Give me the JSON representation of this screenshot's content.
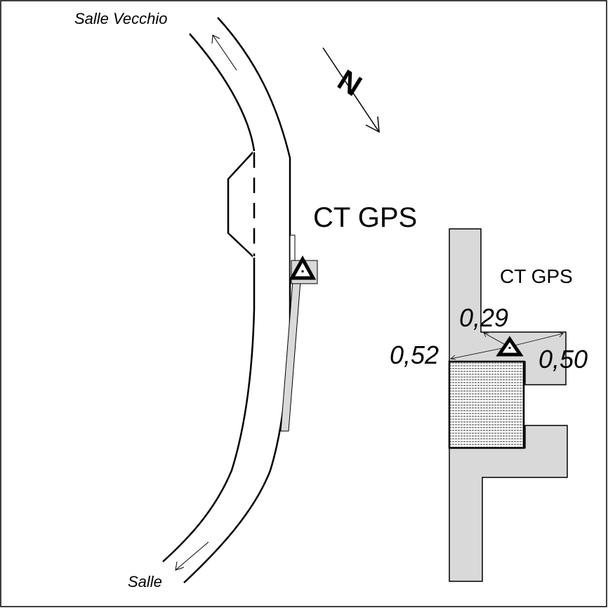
{
  "map": {
    "town_north": "Salle Vecchio",
    "town_south": "Salle",
    "north_label": "N",
    "station_label": "CT GPS"
  },
  "inset": {
    "title": "CT GPS",
    "distances": {
      "top": "0,29",
      "left": "0,52",
      "right": "0,50"
    }
  },
  "colors": {
    "stroke": "#000000",
    "fill_light": "#d9d9d9",
    "hatch": "#9a9a9a",
    "background": "#ffffff"
  }
}
